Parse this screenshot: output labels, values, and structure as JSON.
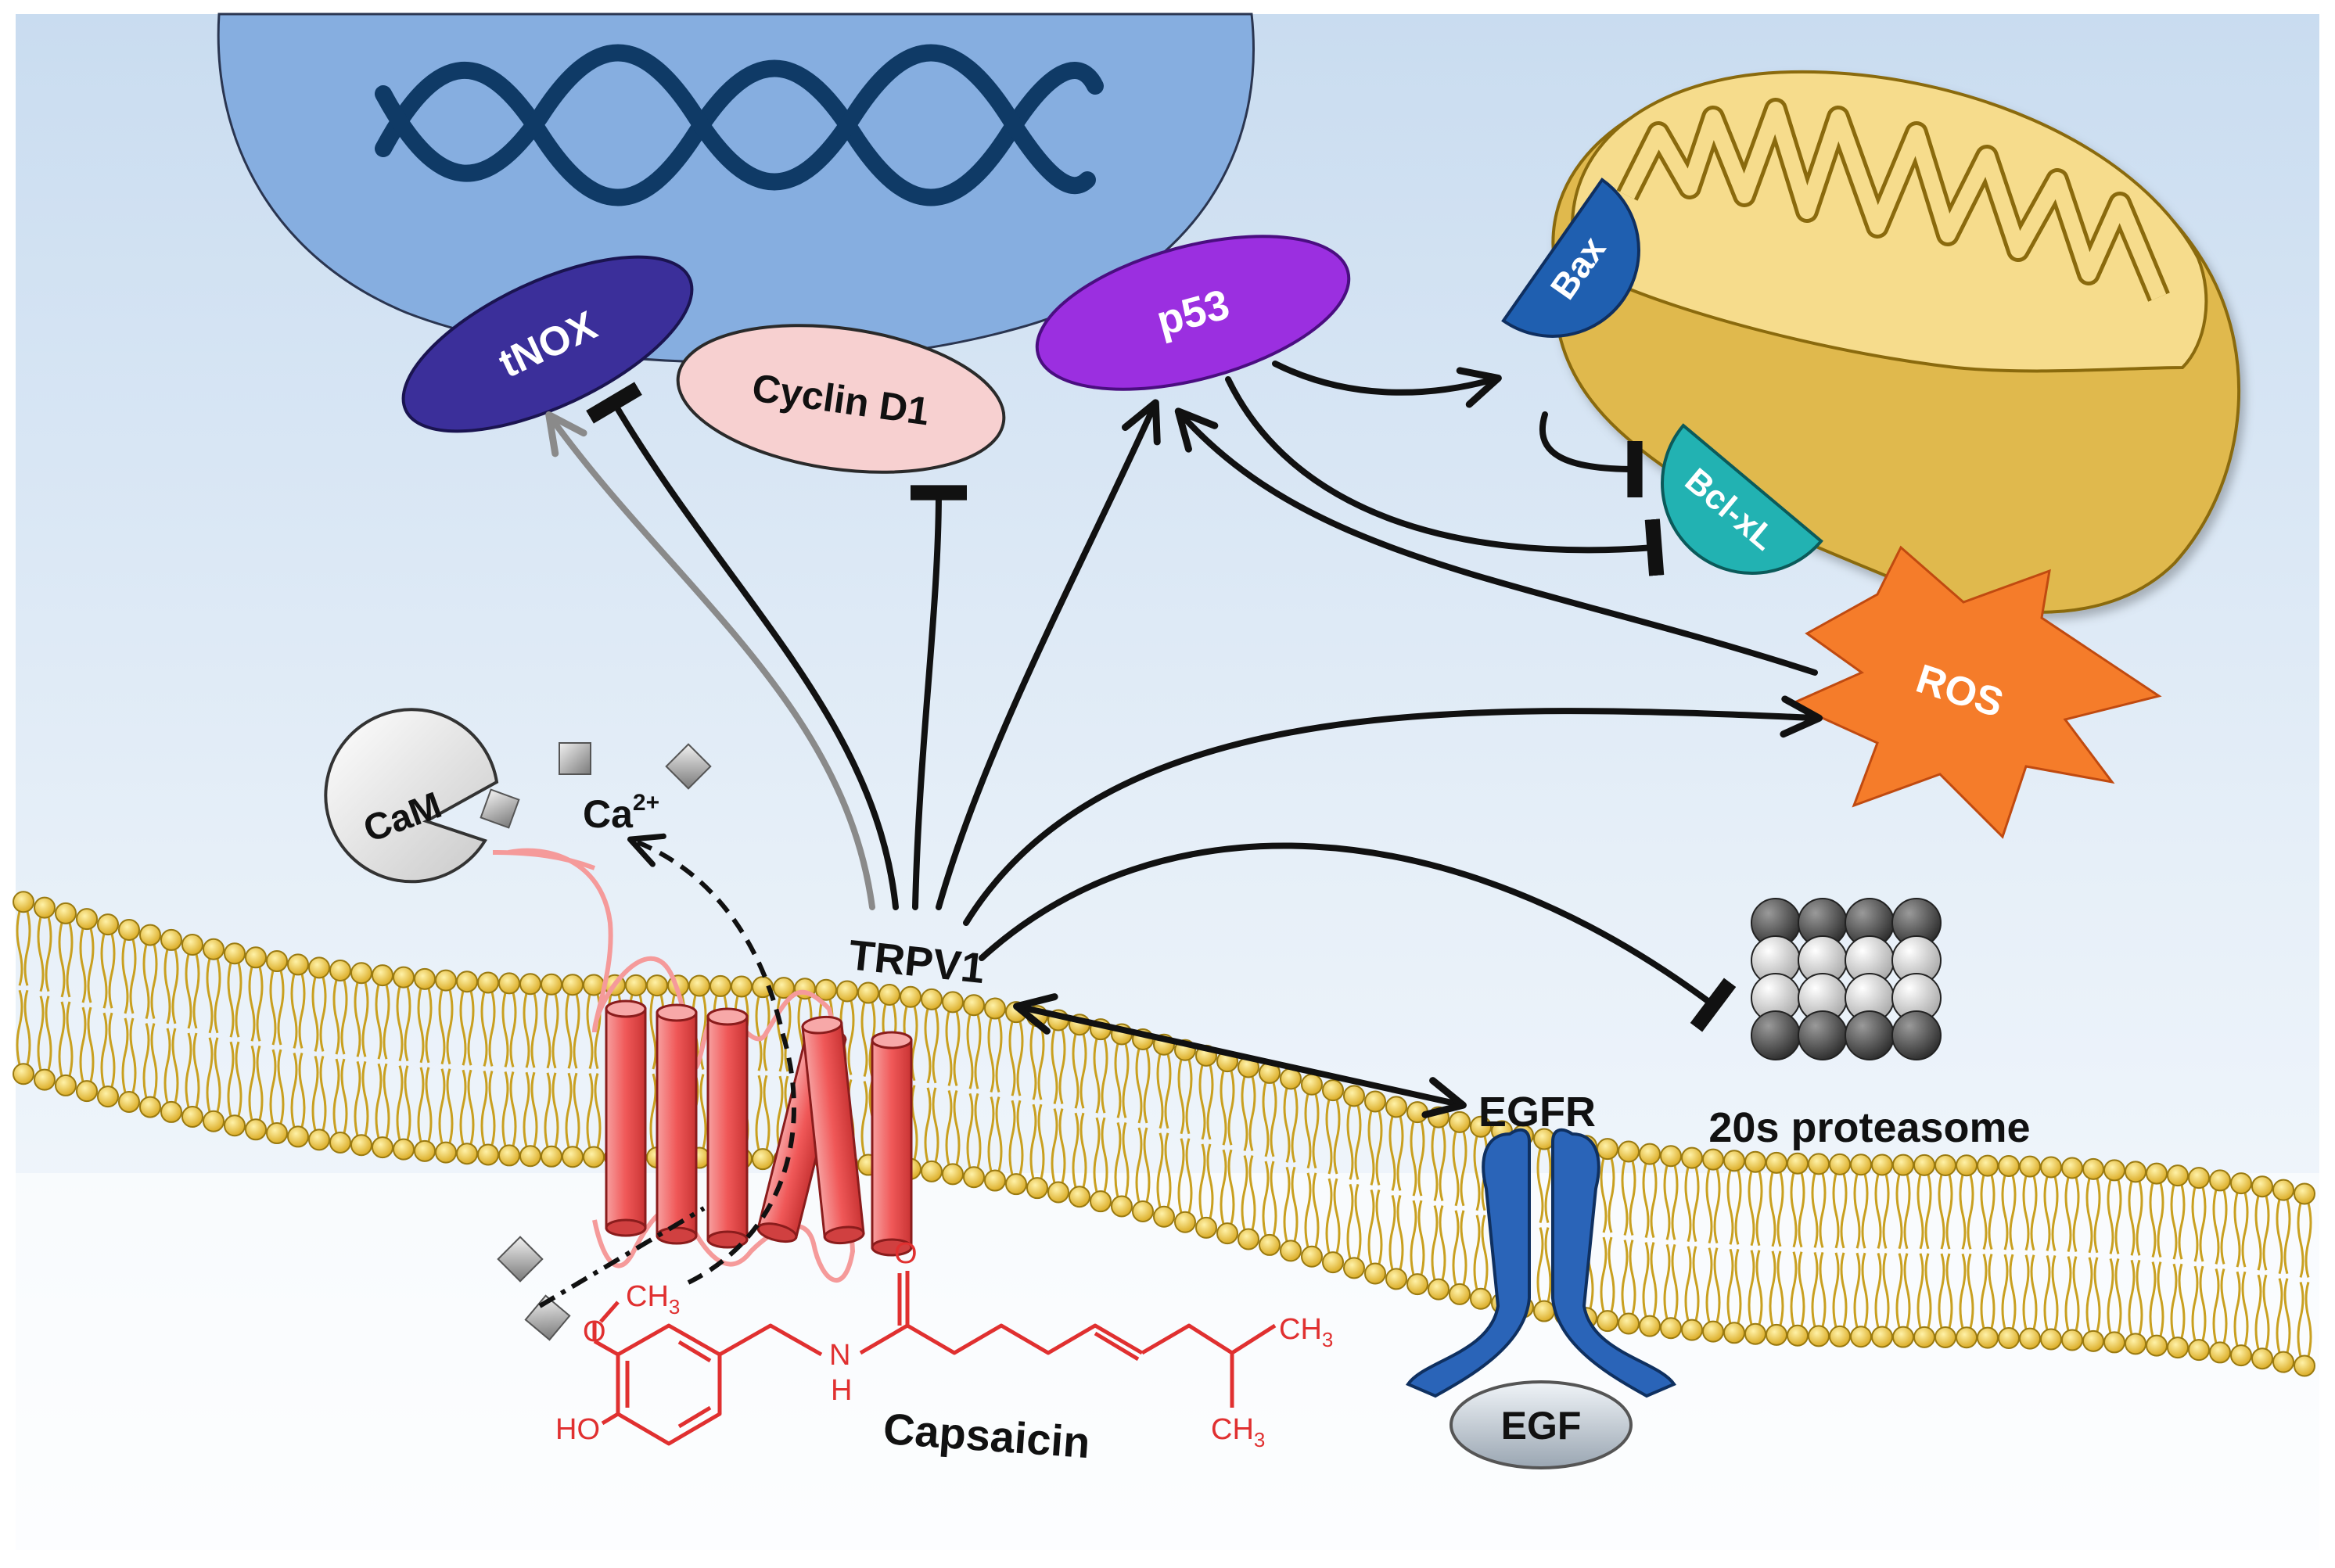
{
  "labels": {
    "tnox": "tNOX",
    "cyclin_d1": "Cyclin D1",
    "p53": "p53",
    "bax": "Bax",
    "bcl_xl": "Bcl-xL",
    "ros": "ROS",
    "cam": "CaM",
    "ca_ion": "Ca",
    "ca_charge": "2+",
    "trpv1": "TRPV1",
    "egfr": "EGFR",
    "egf": "EGF",
    "proteasome": "20s proteasome",
    "capsaicin": "Capsaicin"
  },
  "chem": {
    "methyl_top": "CH",
    "methyl_top_sub": "3",
    "o_atom": "O",
    "ho_group": "HO",
    "n_atom": "N",
    "h_atom": "H",
    "carbonyl_o": "O",
    "ch3_right": "CH",
    "ch3_right_sub": "3",
    "ch3_bottom": "CH",
    "ch3_bottom_sub": "3"
  },
  "colors": {
    "cytoplasm": "#dce9f5",
    "nucleus": "#85aee0",
    "dna": "#0f3a66",
    "tnox": "#3b2f9a",
    "cyclin_d1": "#f7d0d0",
    "p53": "#9b2fe0",
    "bax": "#1f5fb0",
    "bcl_xl": "#22b2b2",
    "ros": "#f57c2a",
    "mitochondria": "#f3d27a",
    "membrane_head": "#f2cf4a",
    "trpv1": "#f05a5a",
    "capsaicin": "#e03030",
    "egfr": "#2a64b8",
    "arrow": "#111111",
    "gray_arrow": "#8a8a8a"
  }
}
